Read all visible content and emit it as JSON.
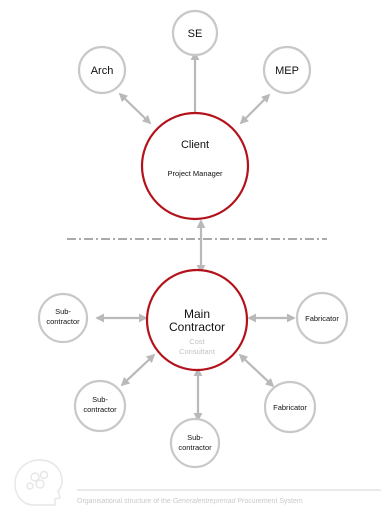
{
  "nodes": {
    "se": {
      "label": "SE"
    },
    "arch": {
      "label": "Arch"
    },
    "mep": {
      "label": "MEP"
    },
    "client": {
      "title": "Client",
      "subtitle": "Project Manager"
    },
    "main": {
      "title_line1": "Main",
      "title_line2": "Contractor",
      "sub_line1": "Cost",
      "sub_line2": "Consultant"
    },
    "sub_left": {
      "line1": "Sub-",
      "line2": "contractor"
    },
    "fab_right": {
      "label": "Fabricator"
    },
    "sub_lower_left": {
      "line1": "Sub-",
      "line2": "contractor"
    },
    "sub_bottom": {
      "line1": "Sub-",
      "line2": "contractor"
    },
    "fab_lower_right": {
      "label": "Fabricator"
    }
  },
  "caption": {
    "prefix": "Organisational structure of the ",
    "emphasis": "Generalentreprenad",
    "suffix": "  Procurement System"
  },
  "colors": {
    "primary_border": "#b3121b",
    "secondary_border": "#c8c8c8",
    "arrow": "#b9b9b9",
    "divider": "#555555"
  },
  "icons": {
    "watermark": "head-silhouette-icon"
  }
}
